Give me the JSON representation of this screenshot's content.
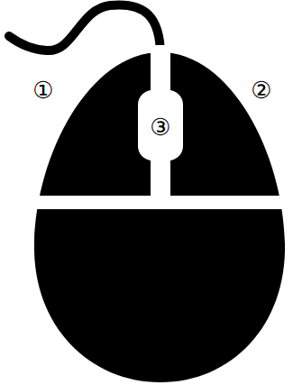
{
  "diagram": {
    "labels": [
      "①",
      "②",
      "③"
    ]
  }
}
